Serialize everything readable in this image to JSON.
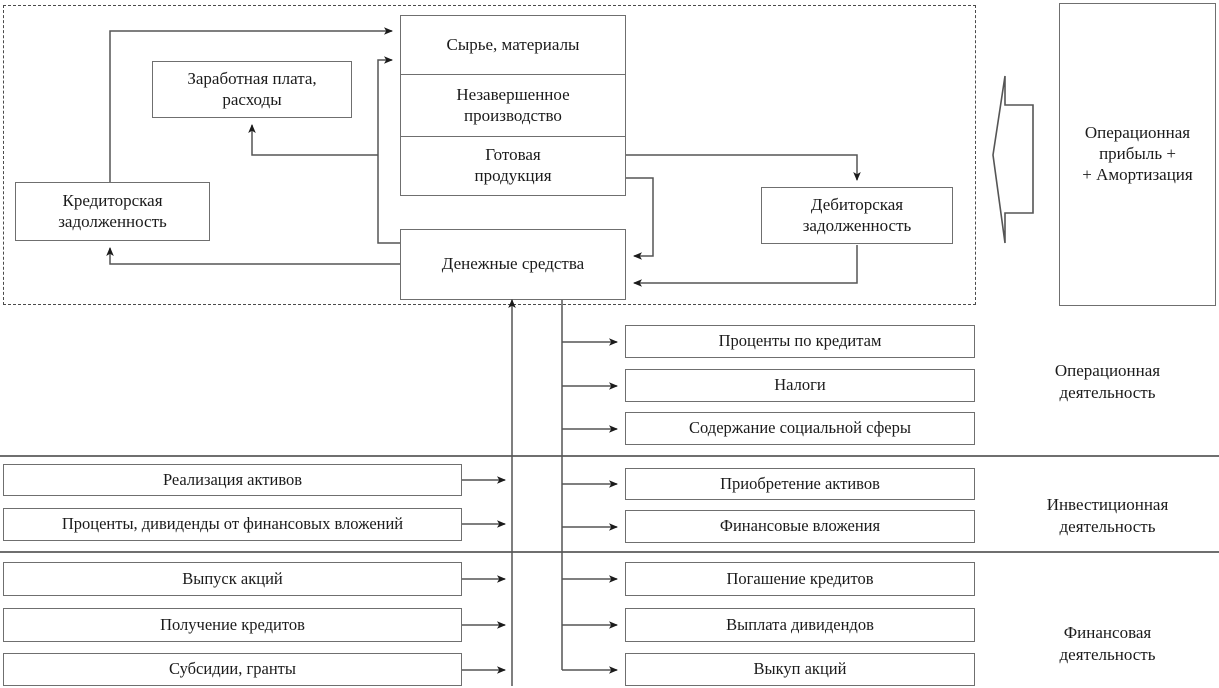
{
  "diagram": {
    "title_hidden": "",
    "operating_frame": {
      "name": "operating-activity-dashed-frame"
    },
    "boxes": {
      "raw_materials": "Сырье, материалы",
      "work_in_progress": "Незавершенное\nпроизводство",
      "finished_goods": "Готовая\nпродукция",
      "wages": "Заработная плата,\nрасходы",
      "accounts_payable": "Кредиторская\nзадолженность",
      "accounts_receivable": "Дебиторская\nзадолженность",
      "cash": "Денежные средства",
      "operating_profit": "Операционная\nприбыль +\n+ Амортизация"
    },
    "outflows_operating": [
      "Проценты по кредитам",
      "Налоги",
      "Содержание социальной сферы"
    ],
    "inflows_investing": [
      "Реализация активов",
      "Проценты, дивиденды от финансовых вложений"
    ],
    "outflows_investing": [
      "Приобретение активов",
      "Финансовые вложения"
    ],
    "inflows_financing": [
      "Выпуск акций",
      "Получение кредитов",
      "Субсидии, гранты"
    ],
    "outflows_financing": [
      "Погашение кредитов",
      "Выплата дивидендов",
      "Выкуп акций"
    ],
    "section_labels": {
      "operating": "Операционная\nдеятельность",
      "investing": "Инвестиционная\nдеятельность",
      "financing": "Финансовая\nдеятельность"
    },
    "colors": {
      "stroke": "#6f6f6f",
      "text": "#1b1b1b",
      "background": "#ffffff",
      "dashed_frame": "#4a4a4a"
    }
  }
}
